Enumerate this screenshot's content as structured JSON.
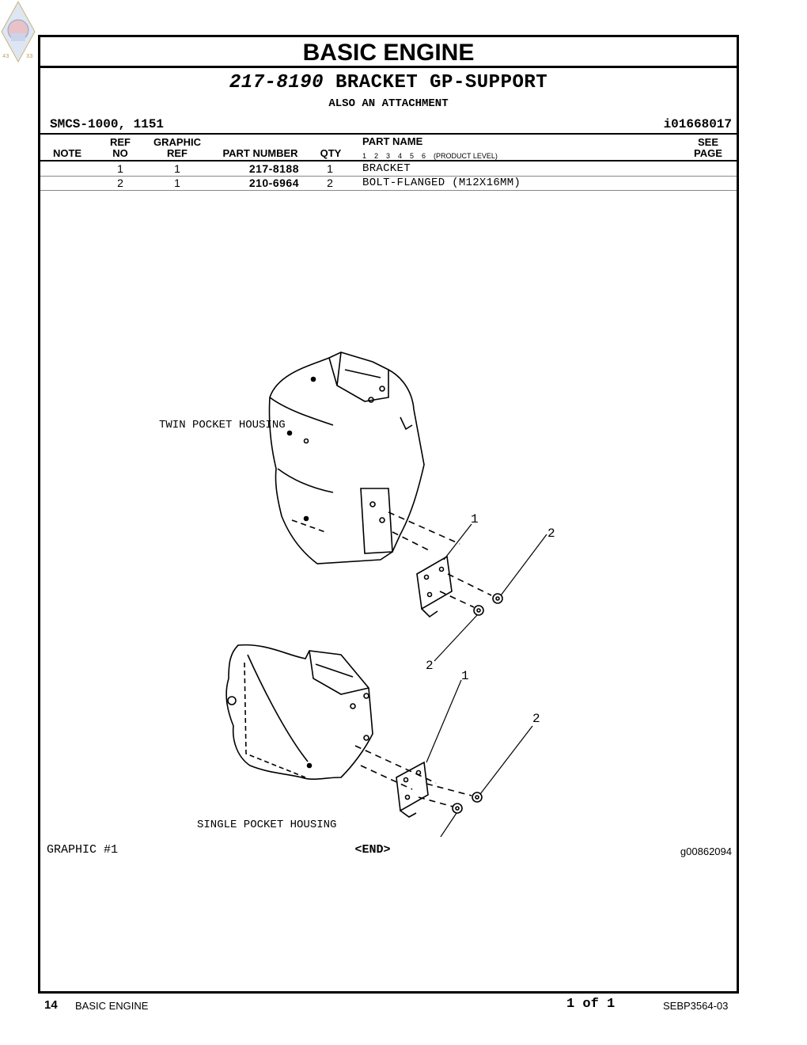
{
  "logo": {
    "left_number": "43",
    "right_number": "33"
  },
  "section_title": "BASIC  ENGINE",
  "group": {
    "part_number": "217-8190",
    "name": "BRACKET GP-SUPPORT",
    "subtitle": "ALSO AN ATTACHMENT"
  },
  "smcs": "SMCS-1000, 1151",
  "illustration_id": "i01668017",
  "table": {
    "headers": {
      "note": "NOTE",
      "ref_no_1": "REF",
      "ref_no_2": "NO",
      "graphic_ref_1": "GRAPHIC",
      "graphic_ref_2": "REF",
      "part_number": "PART NUMBER",
      "qty": "QTY",
      "part_name": "PART NAME",
      "product_level": "1    2    3    4    5    6    (PRODUCT LEVEL)",
      "see_page_1": "SEE",
      "see_page_2": "PAGE"
    },
    "rows": [
      {
        "ref_no": "1",
        "graphic_ref": "1",
        "part_number": "217-8188",
        "qty": "1",
        "part_name": "BRACKET"
      },
      {
        "ref_no": "2",
        "graphic_ref": "1",
        "part_number": "210-6964",
        "qty": "2",
        "part_name": "BOLT-FLANGED (M12X16MM)"
      }
    ]
  },
  "graphic": {
    "label_top": "TWIN POCKET HOUSING",
    "label_bottom": "SINGLE POCKET HOUSING",
    "callouts": {
      "one": "1",
      "two": "2"
    },
    "caption": "GRAPHIC #1",
    "end_mark": "<END>",
    "graphic_code": "g00862094"
  },
  "footer": {
    "page_number": "14",
    "section": "BASIC ENGINE",
    "page_of": "1 of 1",
    "document": "SEBP3564-03"
  }
}
